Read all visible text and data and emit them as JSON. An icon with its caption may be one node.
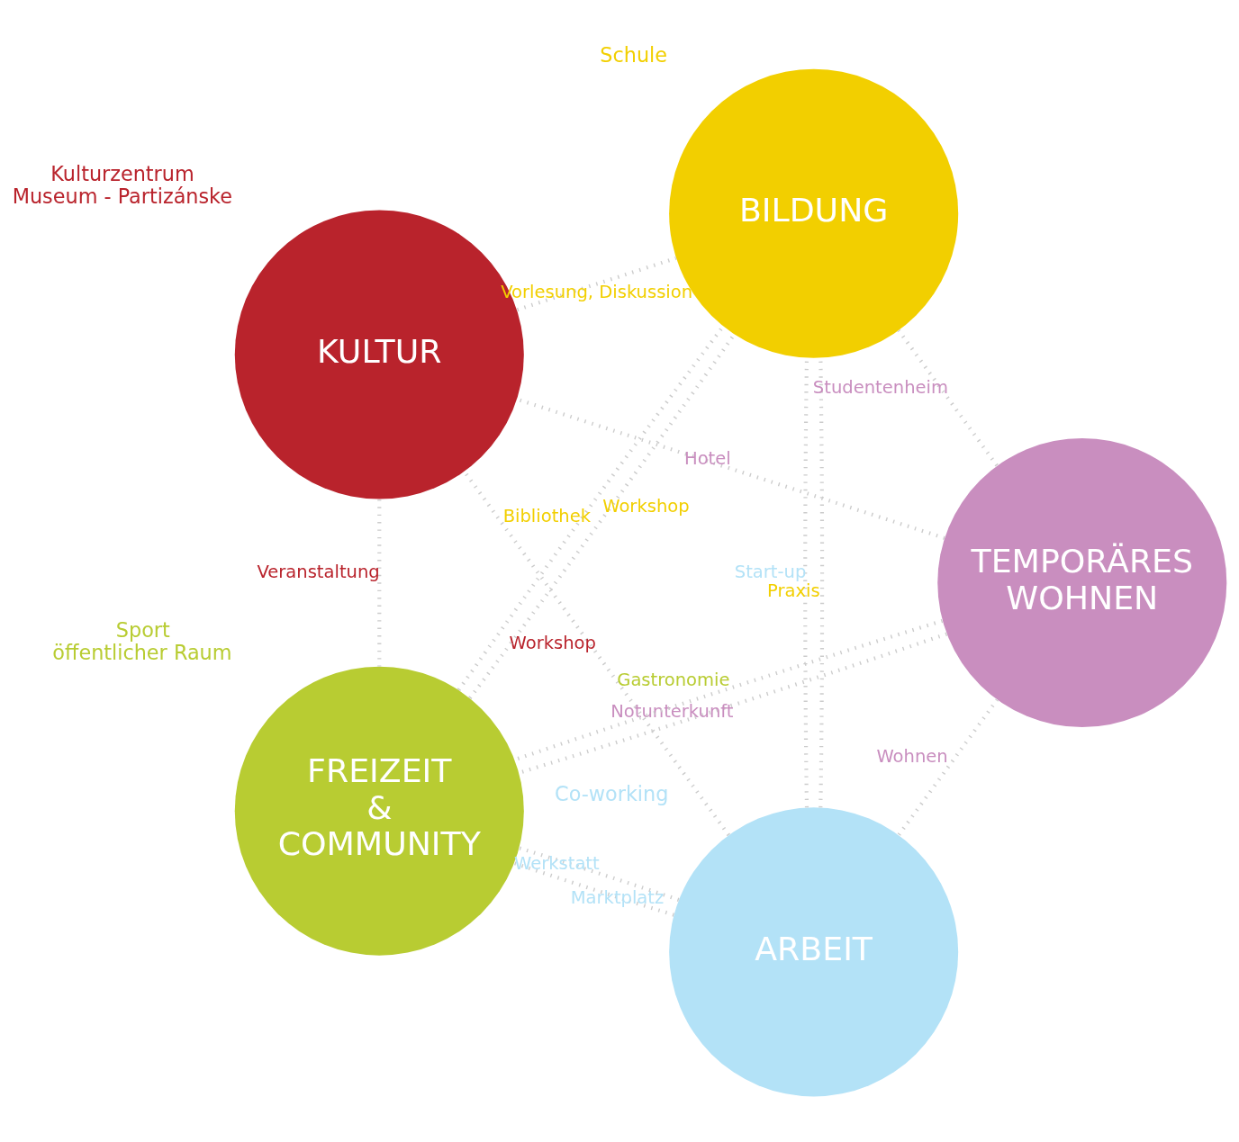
{
  "diagram": {
    "nodes": [
      {
        "text": [
          "ARBEIT"
        ],
        "beside": [
          "Co-working"
        ]
      },
      {
        "text": [
          "TEMPORÄRES WOHNEN"
        ]
      },
      {
        "text": [
          "KULTUR"
        ],
        "beside": [
          "Kulturzentrum",
          "Museum - Partizánske"
        ]
      },
      {
        "text": [
          "BILDUNG"
        ],
        "beside": [
          "Schule"
        ]
      },
      {
        "text": [
          "FREIZEIT & COMMUNITY"
        ],
        "beside": [
          "Sport",
          "öffentlicher Raum"
        ]
      }
    ],
    "edges": [
      {
        "from": 0,
        "to": 1,
        "arrow": "none",
        "label": "Wohnen",
        "style": "dashed"
      },
      {
        "from": 0,
        "to": 2,
        "arrow": "none",
        "label": "Workshop",
        "style": "dashed"
      },
      {
        "from": 0,
        "to": 4,
        "arrow": "none",
        "label": "Marktplatz",
        "style": "dashed"
      },
      {
        "from": 0,
        "to": 4,
        "arrow": "none",
        "label": "Werkstatt",
        "style": "dashed"
      },
      {
        "from": 0,
        "to": 3,
        "arrow": "none",
        "label": "Start-up",
        "style": "dashed"
      },
      {
        "from": 0,
        "to": 3,
        "arrow": "none",
        "label": "Praxis",
        "style": "dashed"
      },
      {
        "from": 1,
        "to": 2,
        "arrow": "none",
        "label": "Hotel",
        "style": "dashed"
      },
      {
        "from": 1,
        "to": 4,
        "arrow": "none",
        "label": "Notunterkunft",
        "style": "dashed"
      },
      {
        "from": 1,
        "to": 4,
        "arrow": "none",
        "label": "Gastronomie",
        "style": "dashed"
      },
      {
        "from": 1,
        "to": 3,
        "arrow": "none",
        "label": "Studentenheim",
        "style": "dashed"
      },
      {
        "from": 2,
        "to": 3,
        "arrow": "none",
        "label": "Vorlesung, Diskussion",
        "style": "dashed"
      },
      {
        "from": 2,
        "to": 4,
        "arrow": "none",
        "label": "Veranstaltung",
        "style": "dashed"
      },
      {
        "from": 4,
        "to": 3,
        "arrow": "none",
        "label": "Bibliothek",
        "style": "dashed"
      },
      {
        "from": 4,
        "to": 3,
        "arrow": "none",
        "label": "Workshop",
        "style": "dashed"
      }
    ]
  }
}
